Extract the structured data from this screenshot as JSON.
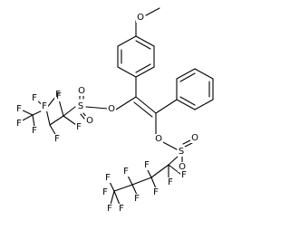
{
  "molecule": {
    "atoms": {
      "methoxy_o": "O",
      "ester_o_left": "O",
      "ester_o_right": "O",
      "sulfur_left": "S",
      "sulfur_right": "S",
      "sulfonyl_o_l1": "O",
      "sulfonyl_o_l2": "O",
      "sulfonyl_o_r1": "O",
      "sulfonyl_o_r2": "O",
      "fluorine": "F"
    }
  }
}
